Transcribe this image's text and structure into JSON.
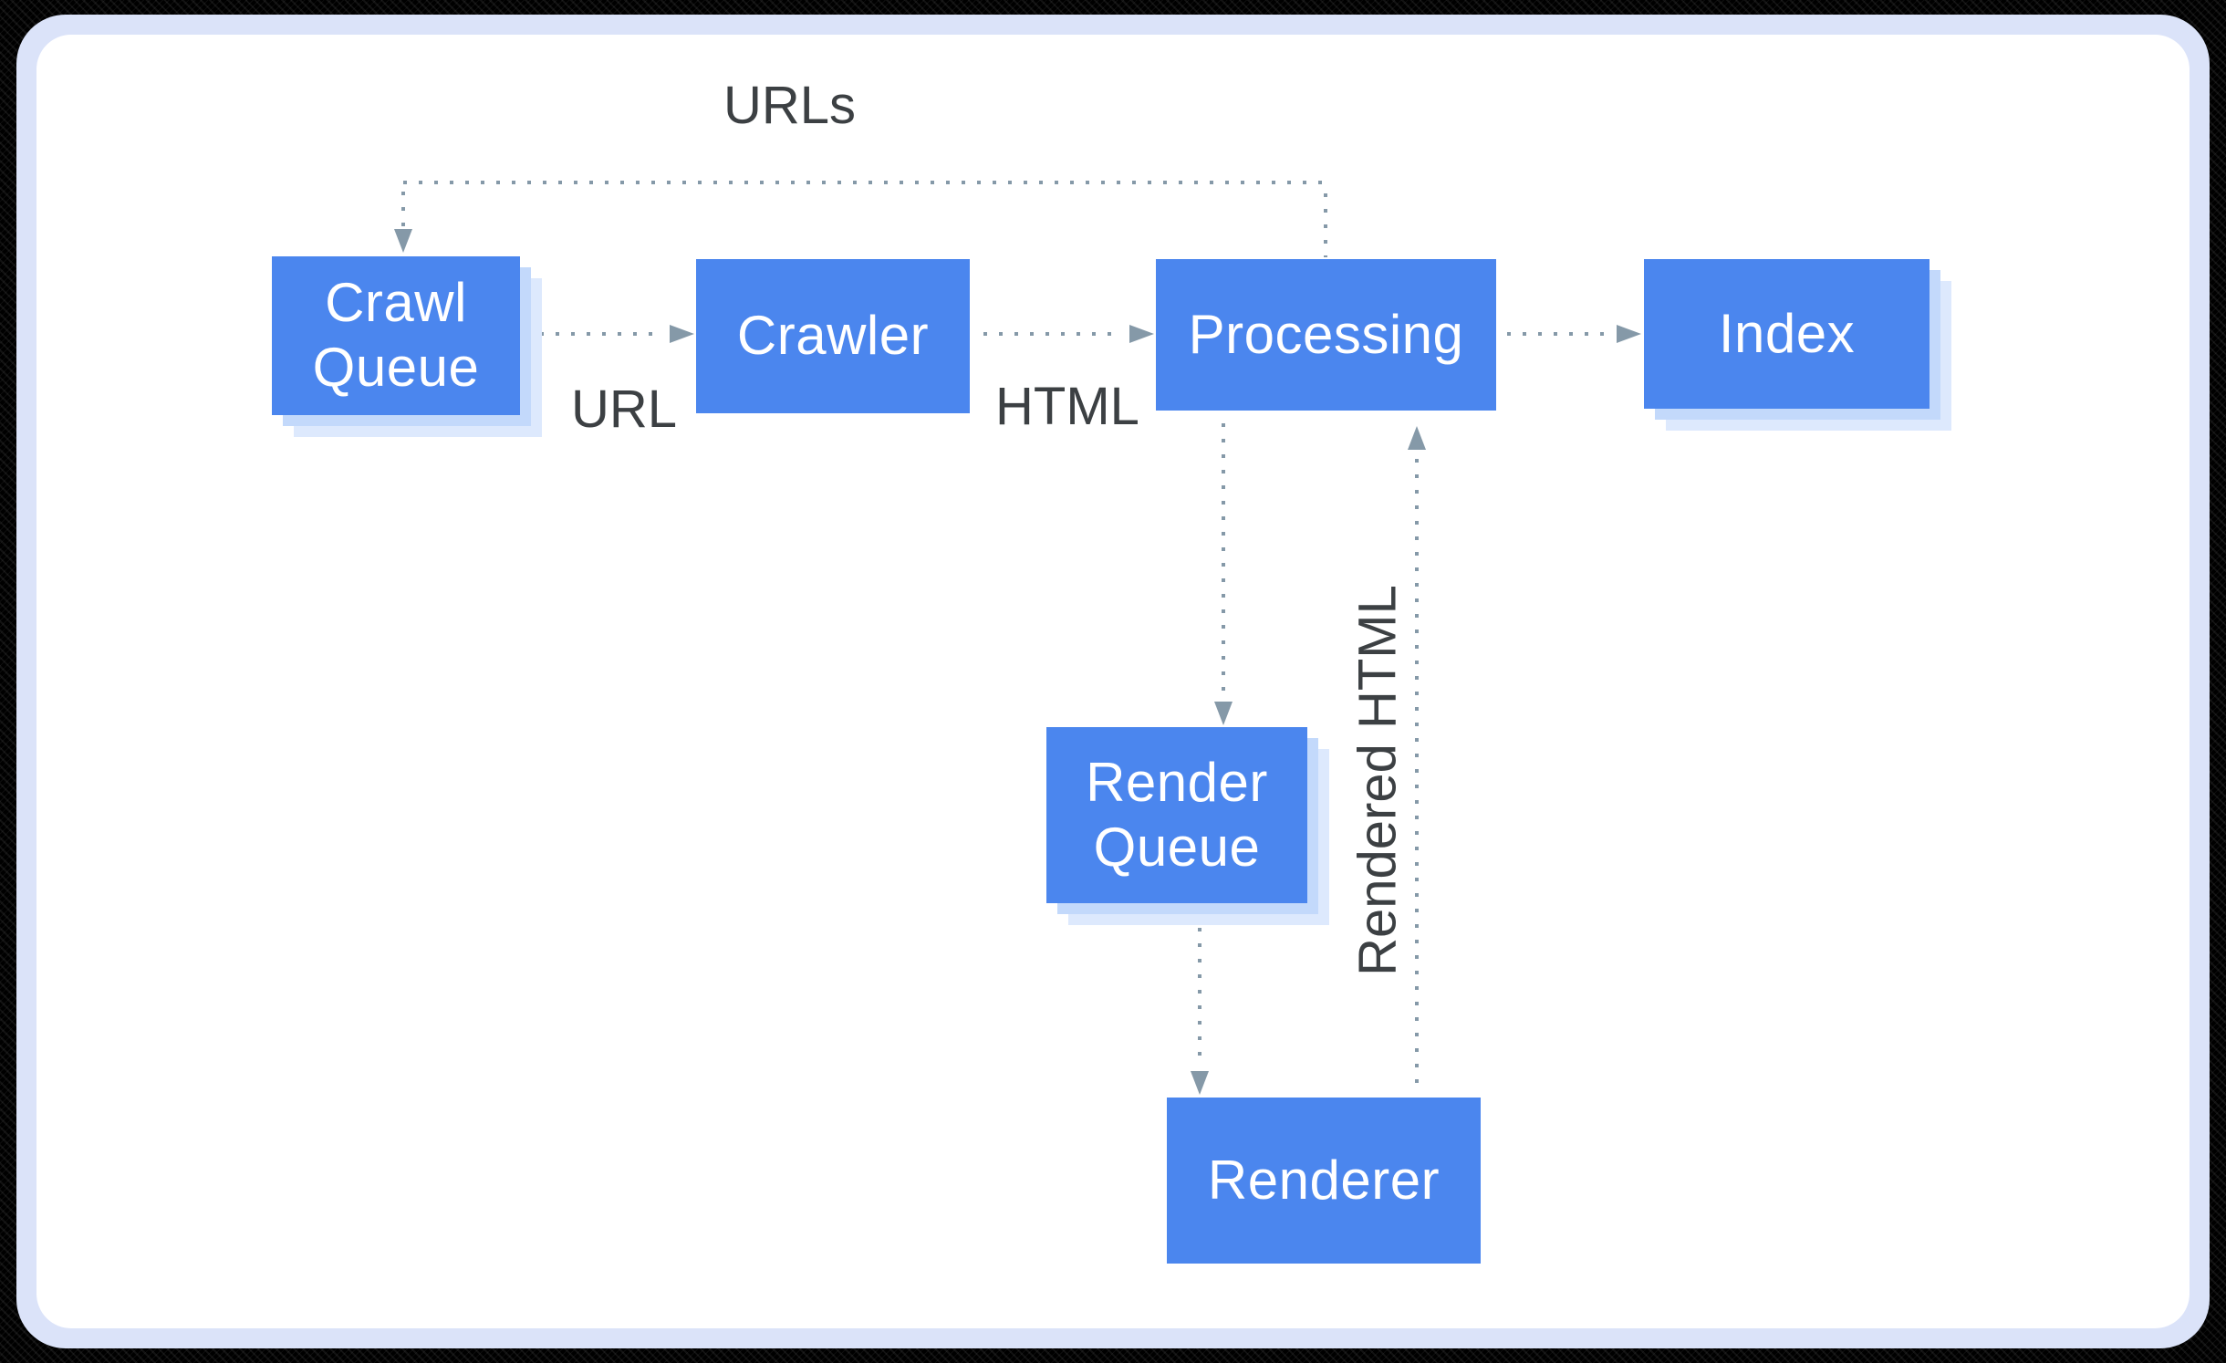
{
  "diagram": {
    "title_hint": "Googlebot crawl-render-index pipeline",
    "nodes": {
      "crawl_queue": {
        "label": "Crawl Queue"
      },
      "crawler": {
        "label": "Crawler"
      },
      "processing": {
        "label": "Processing"
      },
      "index": {
        "label": "Index"
      },
      "render_queue": {
        "label": "Render Queue"
      },
      "renderer": {
        "label": "Renderer"
      }
    },
    "edge_labels": {
      "urls": "URLs",
      "url": "URL",
      "html": "HTML",
      "rendered_html": "Rendered HTML"
    },
    "edges": [
      {
        "from": "crawl_queue",
        "to": "crawler",
        "label": "URL",
        "style": "dotted"
      },
      {
        "from": "crawler",
        "to": "processing",
        "label": "HTML",
        "style": "dotted"
      },
      {
        "from": "processing",
        "to": "index",
        "label": "",
        "style": "dotted"
      },
      {
        "from": "processing",
        "to": "crawl_queue",
        "label": "URLs",
        "style": "dotted"
      },
      {
        "from": "processing",
        "to": "render_queue",
        "label": "",
        "style": "dotted"
      },
      {
        "from": "render_queue",
        "to": "renderer",
        "label": "",
        "style": "dotted"
      },
      {
        "from": "renderer",
        "to": "processing",
        "label": "Rendered HTML",
        "style": "dotted"
      }
    ],
    "colors": {
      "node_fill": "#4b86ee",
      "node_text": "#ffffff",
      "node_shadow_inner": "#c3d9fb",
      "node_shadow_outer": "#dde9fd",
      "connector": "#8599a8",
      "label_text": "#3c4043",
      "card_background": "#ffffff",
      "card_border": "#dbe3f9",
      "outer_background": "#000000"
    }
  }
}
